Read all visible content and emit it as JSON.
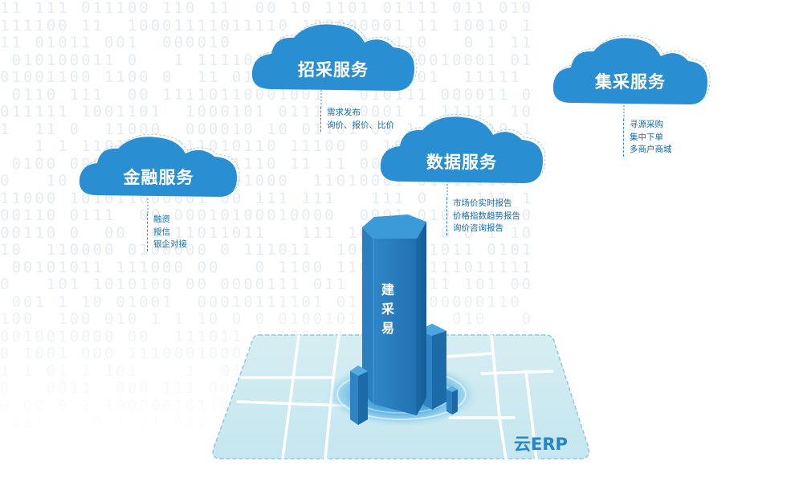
{
  "clouds": {
    "finance": {
      "title": "金融服务",
      "items": [
        "融资",
        "授信",
        "银企对接"
      ]
    },
    "tender": {
      "title": "招采服务",
      "items": [
        "需求发布",
        "询价、报价、比价"
      ]
    },
    "data": {
      "title": "数据服务",
      "items": [
        "市场价实时报告",
        "价格指数趋势报告",
        "询价咨询报告"
      ]
    },
    "central": {
      "title": "集采服务",
      "items": [
        "寻源采购",
        "集中下单",
        "多商户商城"
      ]
    }
  },
  "tower": {
    "label": "建采易"
  },
  "platform": {
    "brand": "云ERP"
  },
  "colors": {
    "cloud_fill": "#2a8fd2",
    "cloud_edge": "#1d76b8",
    "item_text": "#156ba6",
    "tower_face": "#2879ba",
    "tower_top": "#3d9ad8",
    "platform_fill": "#d8eef3",
    "brand_text": "#2386c9"
  }
}
